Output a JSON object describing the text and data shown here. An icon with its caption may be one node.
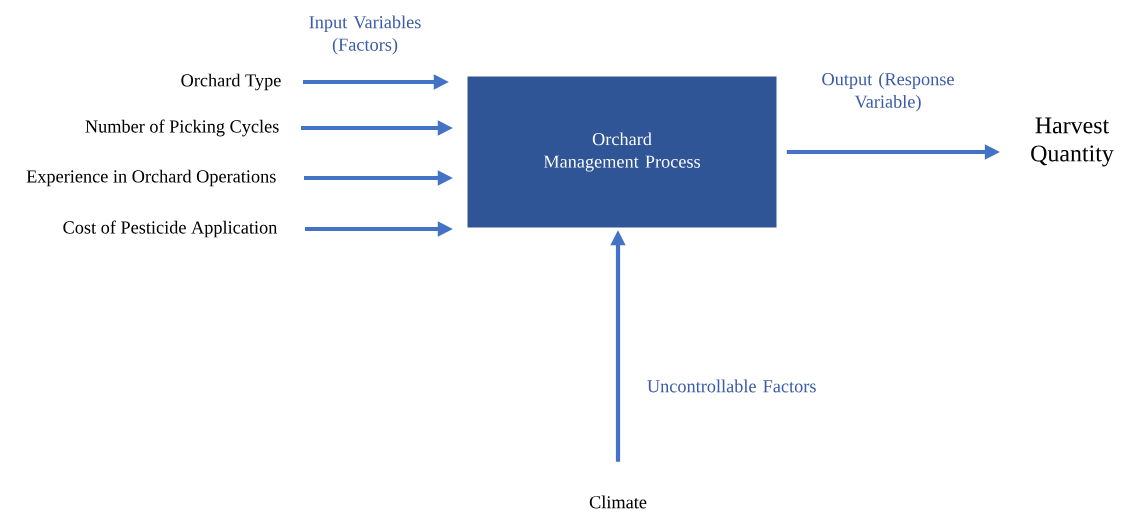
{
  "diagram": {
    "nodes": [
      {
        "text": [
          "Orchard Type"
        ]
      },
      {
        "text": [
          "Number of Picking Cycles"
        ]
      },
      {
        "text": [
          "Experience in Orchard Operations"
        ]
      },
      {
        "text": [
          "Cost of Pesticide Application"
        ]
      },
      {
        "text": [
          "Orchard Management Process"
        ]
      },
      {
        "text": [
          "Harvest Quantity"
        ]
      },
      {
        "text": [
          "Climate"
        ]
      }
    ],
    "edges": [
      {
        "from": 0,
        "to": 4,
        "arrow": "to"
      },
      {
        "from": 1,
        "to": 4,
        "arrow": "to"
      },
      {
        "from": 2,
        "to": 4,
        "arrow": "to"
      },
      {
        "from": 3,
        "to": 4,
        "arrow": "to"
      },
      {
        "from": 4,
        "to": 5,
        "arrow": "to",
        "label": "Output (Response Variable)"
      },
      {
        "from": 6,
        "to": 4,
        "arrow": "to",
        "label": "Uncontrollable Factors"
      }
    ],
    "labels": [
      "Input Variables (Factors)"
    ]
  }
}
